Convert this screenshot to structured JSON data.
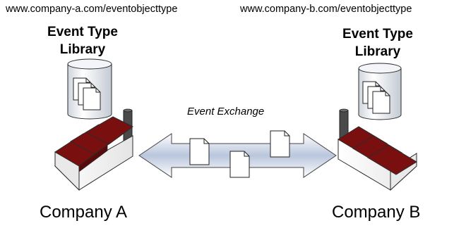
{
  "left": {
    "url": "www.company-a.com/eventobjecttype",
    "library_line1": "Event Type",
    "library_line2": "Library",
    "company": "Company A"
  },
  "right": {
    "url": "www.company-b.com/eventobjecttype",
    "library_line1": "Event Type",
    "library_line2": "Library",
    "company": "Company B"
  },
  "exchange_label": "Event Exchange",
  "icons": [
    "database-icon",
    "document-icon",
    "factory-icon",
    "double-arrow-icon"
  ],
  "colors": {
    "roof": "#7a0f0f",
    "roof_dark": "#5a0a0a",
    "chimney": "#4a4a4a",
    "arrow_light": "#ffffff",
    "arrow_mid": "#b9c6dc",
    "outline": "#2b2b2b"
  }
}
